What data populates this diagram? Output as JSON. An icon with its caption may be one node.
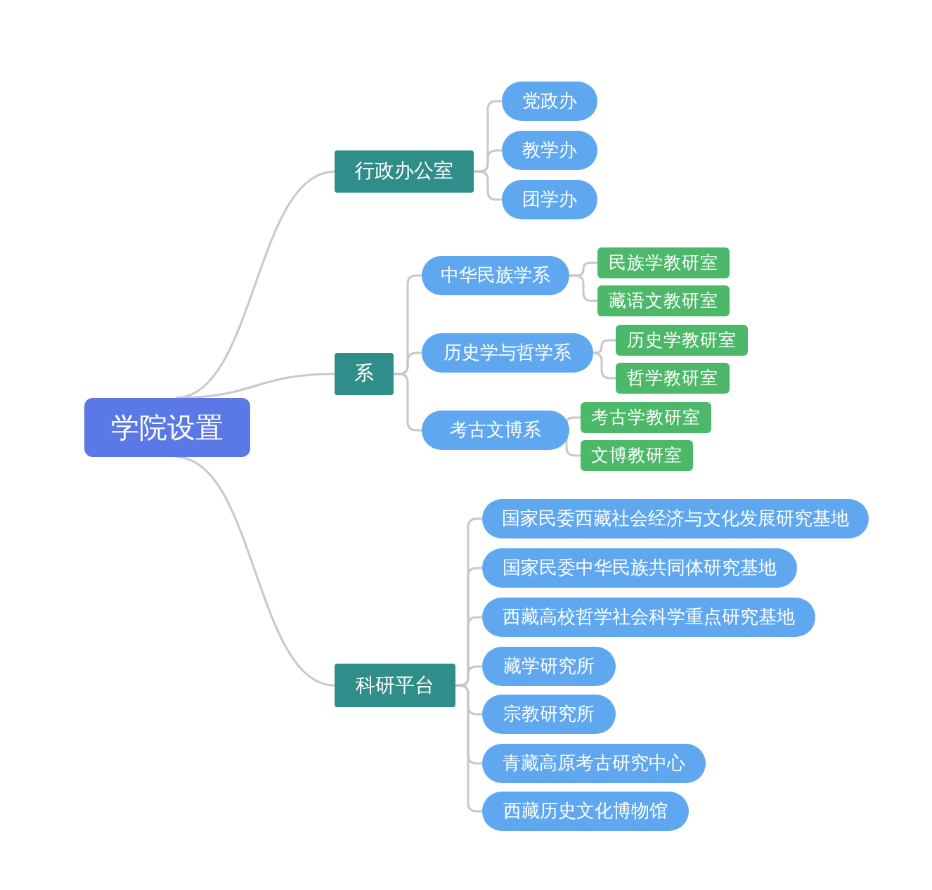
{
  "diagram": {
    "nodes": [
      {
        "text": [
          "学院设置"
        ]
      },
      {
        "text": [
          "行政办公室"
        ]
      },
      {
        "text": [
          "党政办"
        ]
      },
      {
        "text": [
          "教学办"
        ]
      },
      {
        "text": [
          "团学办"
        ]
      },
      {
        "text": [
          "系"
        ]
      },
      {
        "text": [
          "中华民族学系"
        ]
      },
      {
        "text": [
          "民族学教研室"
        ]
      },
      {
        "text": [
          "藏语文教研室"
        ]
      },
      {
        "text": [
          "历史学与哲学系"
        ]
      },
      {
        "text": [
          "历史学教研室"
        ]
      },
      {
        "text": [
          "哲学教研室"
        ]
      },
      {
        "text": [
          "考古文博系"
        ]
      },
      {
        "text": [
          "考古学教研室"
        ]
      },
      {
        "text": [
          "文博教研室"
        ]
      },
      {
        "text": [
          "科研平台"
        ]
      },
      {
        "text": [
          "国家民委西藏社会经济与文化发展研究基地"
        ]
      },
      {
        "text": [
          "国家民委中华民族共同体研究基地"
        ]
      },
      {
        "text": [
          "西藏高校哲学社会科学重点研究基地"
        ]
      },
      {
        "text": [
          "藏学研究所"
        ]
      },
      {
        "text": [
          "宗教研究所"
        ]
      },
      {
        "text": [
          "青藏高原考古研究中心"
        ]
      },
      {
        "text": [
          "西藏历史文化博物馆"
        ]
      }
    ],
    "edges": [
      {
        "from": 0,
        "to": 1,
        "arrow": "none"
      },
      {
        "from": 1,
        "to": 2,
        "arrow": "none"
      },
      {
        "from": 1,
        "to": 3,
        "arrow": "none"
      },
      {
        "from": 1,
        "to": 4,
        "arrow": "none"
      },
      {
        "from": 0,
        "to": 5,
        "arrow": "none"
      },
      {
        "from": 5,
        "to": 6,
        "arrow": "none"
      },
      {
        "from": 6,
        "to": 7,
        "arrow": "none"
      },
      {
        "from": 6,
        "to": 8,
        "arrow": "none"
      },
      {
        "from": 5,
        "to": 9,
        "arrow": "none"
      },
      {
        "from": 9,
        "to": 10,
        "arrow": "none"
      },
      {
        "from": 9,
        "to": 11,
        "arrow": "none"
      },
      {
        "from": 5,
        "to": 12,
        "arrow": "none"
      },
      {
        "from": 12,
        "to": 13,
        "arrow": "none"
      },
      {
        "from": 12,
        "to": 14,
        "arrow": "none"
      },
      {
        "from": 0,
        "to": 15,
        "arrow": "none"
      },
      {
        "from": 15,
        "to": 16,
        "arrow": "none"
      },
      {
        "from": 15,
        "to": 17,
        "arrow": "none"
      },
      {
        "from": 15,
        "to": 18,
        "arrow": "none"
      },
      {
        "from": 15,
        "to": 19,
        "arrow": "none"
      },
      {
        "from": 15,
        "to": 20,
        "arrow": "none"
      },
      {
        "from": 15,
        "to": 21,
        "arrow": "none"
      },
      {
        "from": 15,
        "to": 22,
        "arrow": "none"
      }
    ]
  }
}
